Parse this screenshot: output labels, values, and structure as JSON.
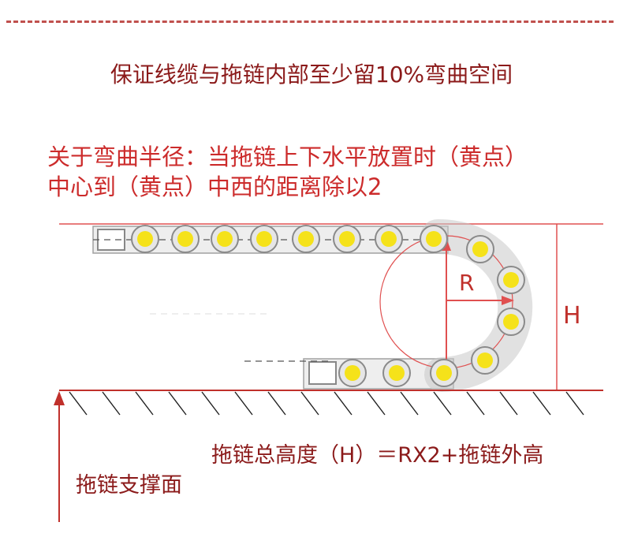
{
  "title": "保证线缆与拖链内部至少留10%弯曲空间",
  "note": {
    "line1": "关于弯曲半径：当拖链上下水平放置时（黄点）",
    "line2": "中心到（黄点）中西的距离除以2"
  },
  "labels": {
    "radius": "R",
    "height": "H",
    "formula": "拖链总高度（H）＝RX2+拖链外高",
    "support": "拖链支撑面"
  },
  "colors": {
    "accent": "#c0504d",
    "dark_red": "#8b1a1a",
    "guide_red": "#e05050",
    "chain_gray": "#9a9a9a",
    "link_fill": "#d9d9d9",
    "dot_yellow": "#f5e21a"
  }
}
